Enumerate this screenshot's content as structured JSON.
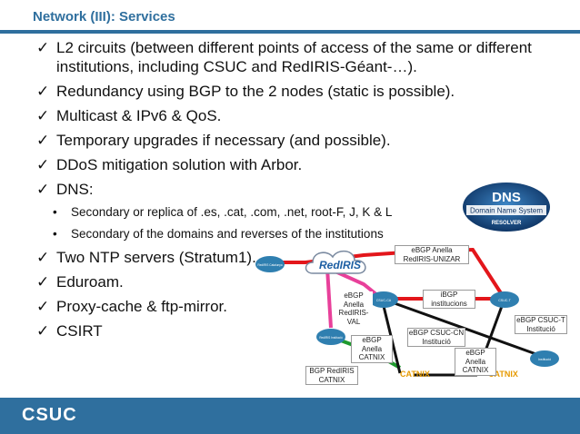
{
  "header": {
    "title": "Network (III): Services"
  },
  "bullets": [
    "L2 circuits (between different points of access of the same or different institutions, including CSUC and RedIRIS-Géant-…).",
    "Redundancy using BGP to the 2 nodes (static is possible).",
    "Multicast & IPv6 & QoS.",
    "Temporary upgrades if necessary (and possible).",
    "DDoS mitigation solution with Arbor.",
    "DNS:"
  ],
  "sub_bullets": [
    "Secondary or replica of .es, .cat, .com, .net, root-F, J, K & L",
    "Secondary of the domains and reverses of the institutions"
  ],
  "bullets_after": [
    "Two NTP servers (Stratum1).",
    "Eduroam.",
    "Proxy-cache & ftp-mirror.",
    "CSIRT"
  ],
  "dns_badge": {
    "title": "DNS",
    "subtitle": "Domain Name System",
    "footer": "RESOLVER"
  },
  "diagram": {
    "cloud_label": "RedIRIS",
    "router_labels": [
      "RedIRIS Catalunya",
      "CSUC-CA",
      "CSUC-T",
      "RedIRIS Institució",
      "Institució"
    ],
    "ix_labels": [
      "CATNIX",
      "CATNIX"
    ],
    "labels": {
      "ebgp_anella_unizar": "eBGP Anella RedIRIS-UNIZAR",
      "ibgp_institucions": "iBGP institucions",
      "ebgp_anella_rediris_val": "eBGP Anella RedIRIS-VAL",
      "ebgp_csuc_t": "eBGP CSUC-T Institució",
      "ebgp_csuc_cn": "eBGP CSUC-CN Institució",
      "ebgp_anella_catnix_1": "eBGP Anella CATNIX",
      "ebgp_anella_catnix_2": "eBGP Anella CATNIX",
      "bgp_rediris_catnix": "BGP RedIRIS CATNIX"
    },
    "colors": {
      "red": "#e3161b",
      "pink": "#e8409a",
      "green": "#1e9a2e",
      "black": "#111111",
      "router": "#2f7fb0"
    }
  },
  "footer": {
    "logo": "CSUC"
  }
}
